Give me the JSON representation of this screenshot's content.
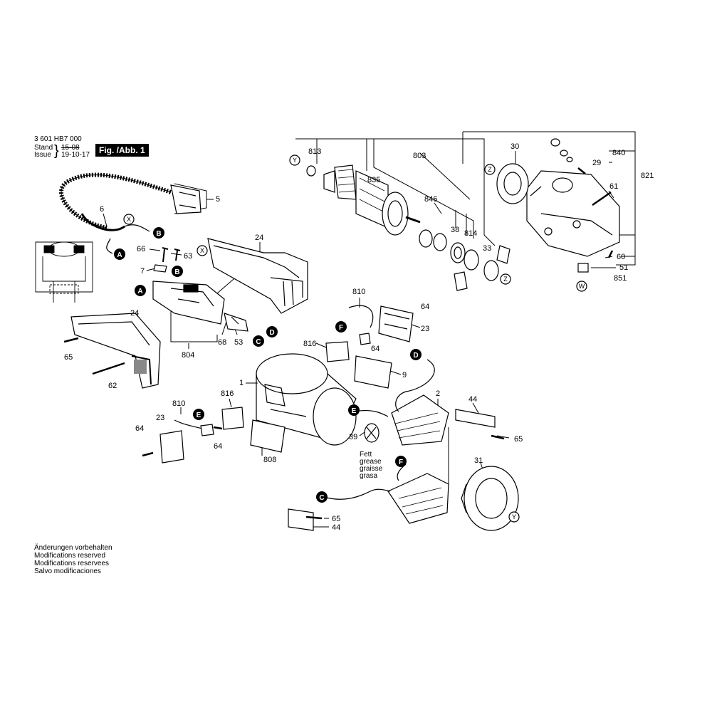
{
  "header": {
    "doc_number": "3 601 HB7 000",
    "stand_label": "Stand",
    "issue_label": "Issue",
    "stand_date_old": "15-08",
    "issue_date": "19-10-17"
  },
  "figure_label": "Fig. /Abb. 1",
  "footer": {
    "lines": [
      "Änderungen vorbehalten",
      "Modifications reserved",
      "Modifications reservees",
      "Salvo modificaciones"
    ]
  },
  "grease_note": [
    "Fett",
    "grease",
    "graisse",
    "grasa"
  ],
  "part_numbers": {
    "p5": "5",
    "p6": "6",
    "p7": "7",
    "p24a": "24",
    "p24b": "24",
    "p62": "62",
    "p63": "63",
    "p65a": "65",
    "p66": "66",
    "p68": "68",
    "p53": "53",
    "p804": "804",
    "p810a": "810",
    "p810b": "810",
    "p816a": "816",
    "p816b": "816",
    "p64a": "64",
    "p64b": "64",
    "p64c": "64",
    "p64d": "64",
    "p23a": "23",
    "p23b": "23",
    "p9": "9",
    "p1": "1",
    "p808": "808",
    "p2": "2",
    "p39": "39",
    "p44a": "44",
    "p44b": "44",
    "p65b": "65",
    "p65c": "65",
    "p31": "31",
    "p813": "813",
    "p803": "803",
    "p835": "835",
    "p846": "846",
    "p38": "38",
    "p814": "814",
    "p33": "33",
    "p30": "30",
    "p840": "840",
    "p29": "29",
    "p821": "821",
    "p61": "61",
    "p60": "60",
    "p51": "51",
    "p851": "851"
  },
  "callout_letters": {
    "A1": "A",
    "A2": "A",
    "B1": "B",
    "B2": "B",
    "C1": "C",
    "C2": "C",
    "D1": "D",
    "D2": "D",
    "E1": "E",
    "E2": "E",
    "F1": "F",
    "F2": "F",
    "X1": "X",
    "X2": "X",
    "Y1": "Y",
    "Y2": "Y",
    "Z1": "Z",
    "Z2": "Z",
    "W1": "W"
  }
}
